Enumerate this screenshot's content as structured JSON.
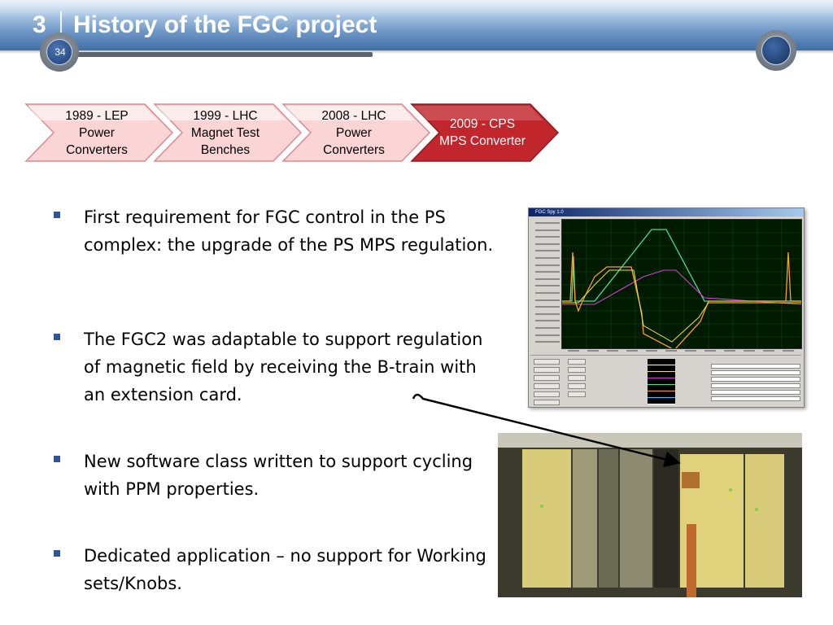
{
  "header": {
    "section_number": "3",
    "title": "History of the FGC project",
    "page_number": "34"
  },
  "timeline": [
    {
      "label": "1989 - LEP Power Converters",
      "active": false
    },
    {
      "label": "1999 - LHC Magnet Test Benches",
      "active": false
    },
    {
      "label": "2008 - LHC Power Converters",
      "active": false
    },
    {
      "label": "2009 - CPS MPS Converter",
      "active": true
    }
  ],
  "bullets": [
    "First requirement for FGC control in the PS complex: the upgrade of the PS MPS regulation.",
    "The FGC2 was adaptable to support regulation of magnetic field by receiving the B-train with an extension card.",
    "New software class written to support cycling with PPM properties.",
    "Dedicated application – no support for Working sets/Knobs."
  ],
  "screenshot": {
    "window_title": "FGC Spy 1.0"
  },
  "colors": {
    "accent": "#2f5597",
    "chevron_inactive": "#fbd4d6",
    "chevron_active": "#c0262c"
  }
}
